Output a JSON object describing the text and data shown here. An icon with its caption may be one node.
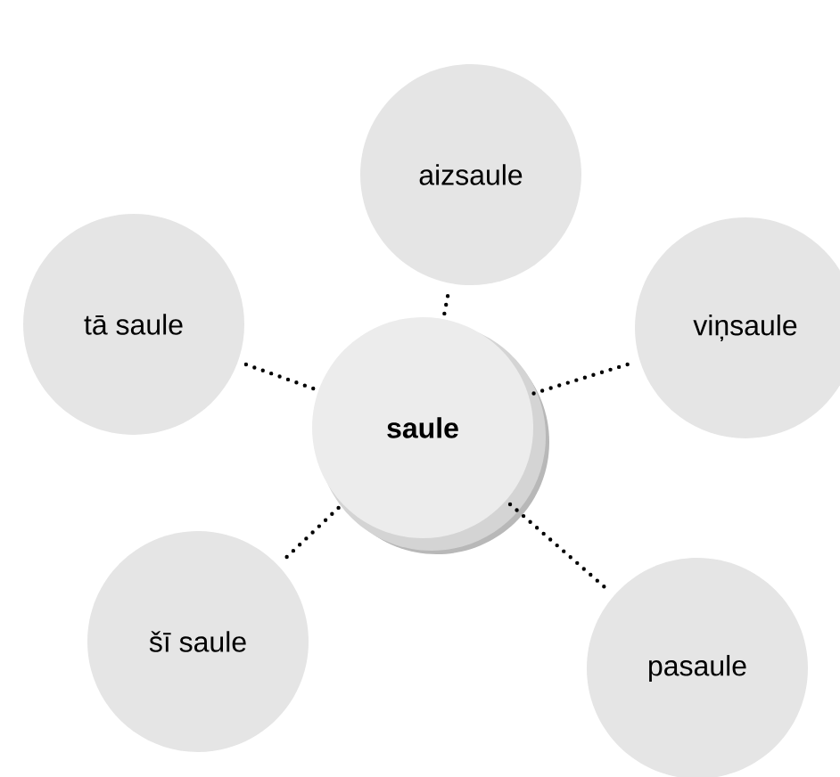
{
  "diagram": {
    "nodes": [
      {
        "text": [
          "aizsaule"
        ]
      },
      {
        "text": [
          "tā saule"
        ]
      },
      {
        "text": [
          "saule"
        ]
      },
      {
        "text": [
          "viņsaule"
        ]
      },
      {
        "text": [
          "šī saule"
        ]
      },
      {
        "text": [
          "pasaule"
        ]
      }
    ],
    "edges": [
      {
        "from": 2,
        "to": 0,
        "arrow": "none"
      },
      {
        "from": 2,
        "to": 1,
        "arrow": "none"
      },
      {
        "from": 2,
        "to": 3,
        "arrow": "none"
      },
      {
        "from": 2,
        "to": 4,
        "arrow": "none"
      },
      {
        "from": 2,
        "to": 5,
        "arrow": "none"
      }
    ]
  }
}
